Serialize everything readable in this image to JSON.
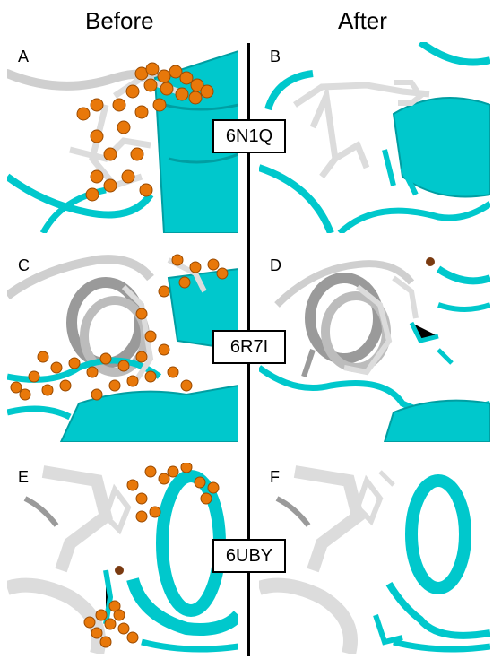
{
  "headers": {
    "before": "Before",
    "after": "After"
  },
  "panels": [
    {
      "id": "A",
      "label": "A"
    },
    {
      "id": "B",
      "label": "B"
    },
    {
      "id": "C",
      "label": "C"
    },
    {
      "id": "D",
      "label": "D"
    },
    {
      "id": "E",
      "label": "E"
    },
    {
      "id": "F",
      "label": "F"
    }
  ],
  "structures": [
    {
      "pdb_id": "6N1Q"
    },
    {
      "pdb_id": "6R7I"
    },
    {
      "pdb_id": "6UBY"
    }
  ],
  "colors": {
    "protein": "#00c8cc",
    "protein_dark": "#009ea2",
    "ligand": "#dcdcdc",
    "ligand_dark": "#8a8a8a",
    "clash_atom": "#e8780a",
    "clash_atom_dark": "#9a4a00",
    "brown_atom": "#7a3a10"
  }
}
